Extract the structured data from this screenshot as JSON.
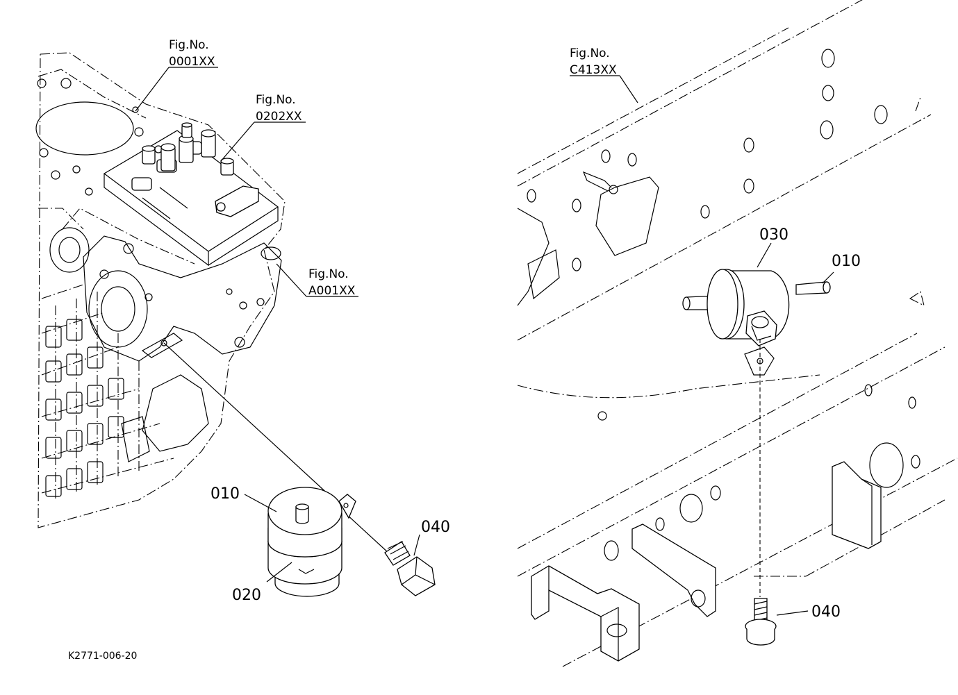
{
  "figure_refs": {
    "engine_block": {
      "line1": "Fig.No.",
      "line2": "0001XX"
    },
    "injection_pump": {
      "line1": "Fig.No.",
      "line2": "0202XX"
    },
    "pump_bracket": {
      "line1": "Fig.No.",
      "line2": "A001XX"
    },
    "frame": {
      "line1": "Fig.No.",
      "line2": "C413XX"
    }
  },
  "callouts": {
    "left": {
      "filter": "010",
      "element": "020",
      "bolt": "040"
    },
    "right": {
      "housing": "030",
      "filter": "010",
      "bolt": "040"
    }
  },
  "drawing_code": "K2771-006-20",
  "icons": [
    "exploded-parts-drawing"
  ],
  "colors": {
    "line": "#000000",
    "background": "#ffffff"
  }
}
